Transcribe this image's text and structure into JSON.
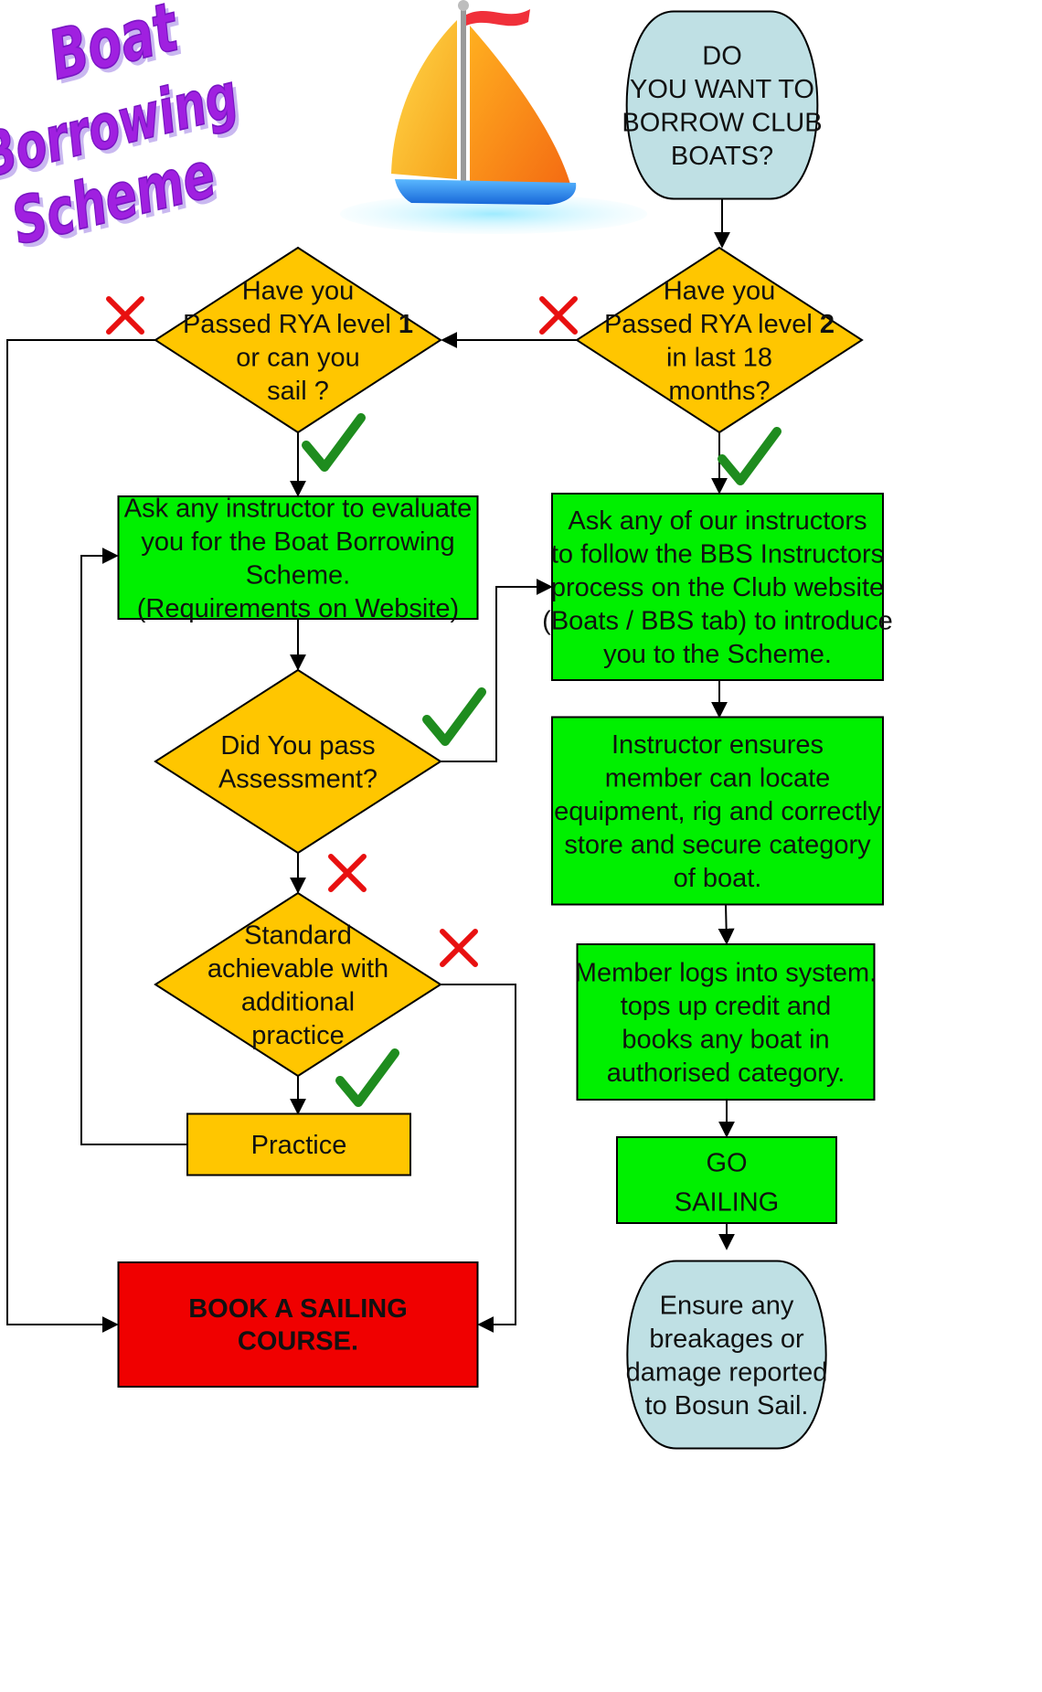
{
  "title": {
    "lines": [
      "Boat",
      "Borrowing",
      "Scheme"
    ]
  },
  "colors": {
    "diamond": "#FFC600",
    "green_box": "#00F000",
    "terminal": "#BFE0E4",
    "red_box": "#F00000",
    "practice_box": "#FFC600",
    "check": "#1E8C1E",
    "cross": "#E81010",
    "title": "#A020E0"
  },
  "nodes": {
    "start": {
      "shape": "terminal",
      "lines": [
        "DO",
        "YOU WANT TO",
        "BORROW CLUB",
        "BOATS?"
      ]
    },
    "q_rya2": {
      "shape": "diamond",
      "lines": [
        "Have you",
        "Passed RYA level 2",
        "in last 18",
        "months?"
      ],
      "bold_part": "2"
    },
    "q_rya1": {
      "shape": "diamond",
      "lines": [
        "Have you",
        "Passed RYA level 1",
        "or can you",
        "sail ?"
      ],
      "bold_part": "1"
    },
    "ask_evaluate": {
      "shape": "process",
      "lines": [
        "Ask any instructor to evaluate",
        "you for the Boat Borrowing",
        "Scheme.",
        "(Requirements on Website)"
      ]
    },
    "ask_bbs": {
      "shape": "process",
      "lines": [
        "Ask any of our instructors",
        "to follow the BBS Instructors",
        "process on the Club website",
        "(Boats / BBS tab) to introduce",
        "you to the Scheme."
      ]
    },
    "q_pass": {
      "shape": "diamond",
      "lines": [
        "Did You pass",
        "Assessment?"
      ]
    },
    "ensures": {
      "shape": "process",
      "lines": [
        "Instructor ensures",
        "member can locate",
        "equipment, rig and correctly",
        "store and secure category",
        "of boat."
      ]
    },
    "q_standard": {
      "shape": "diamond",
      "lines": [
        "Standard",
        "achievable with",
        "additional",
        "practice"
      ]
    },
    "logs_in": {
      "shape": "process",
      "lines": [
        "Member logs into system.",
        "tops up credit and",
        "books any boat in",
        "authorised category."
      ]
    },
    "practice": {
      "shape": "process",
      "lines": [
        "Practice"
      ]
    },
    "go_sailing": {
      "shape": "process",
      "lines": [
        "GO",
        "SAILING"
      ]
    },
    "book_course": {
      "shape": "process",
      "lines": [
        "BOOK A SAILING",
        "COURSE."
      ]
    },
    "breakages": {
      "shape": "terminal",
      "lines": [
        "Ensure any",
        "breakages or",
        "damage reported",
        "to Bosun Sail."
      ]
    }
  },
  "edges": [
    {
      "from": "start",
      "to": "q_rya2",
      "label": ""
    },
    {
      "from": "q_rya2",
      "to": "q_rya1",
      "label": "no"
    },
    {
      "from": "q_rya2",
      "to": "ask_bbs",
      "label": "yes"
    },
    {
      "from": "q_rya1",
      "to": "ask_evaluate",
      "label": "yes"
    },
    {
      "from": "q_rya1",
      "to": "book_course",
      "label": "no"
    },
    {
      "from": "ask_evaluate",
      "to": "q_pass",
      "label": ""
    },
    {
      "from": "q_pass",
      "to": "ask_bbs",
      "label": "yes"
    },
    {
      "from": "q_pass",
      "to": "q_standard",
      "label": "no"
    },
    {
      "from": "q_standard",
      "to": "practice",
      "label": "yes"
    },
    {
      "from": "q_standard",
      "to": "book_course",
      "label": "no"
    },
    {
      "from": "practice",
      "to": "ask_evaluate",
      "label": ""
    },
    {
      "from": "ask_bbs",
      "to": "ensures",
      "label": ""
    },
    {
      "from": "ensures",
      "to": "logs_in",
      "label": ""
    },
    {
      "from": "logs_in",
      "to": "go_sailing",
      "label": ""
    },
    {
      "from": "go_sailing",
      "to": "breakages",
      "label": ""
    }
  ]
}
